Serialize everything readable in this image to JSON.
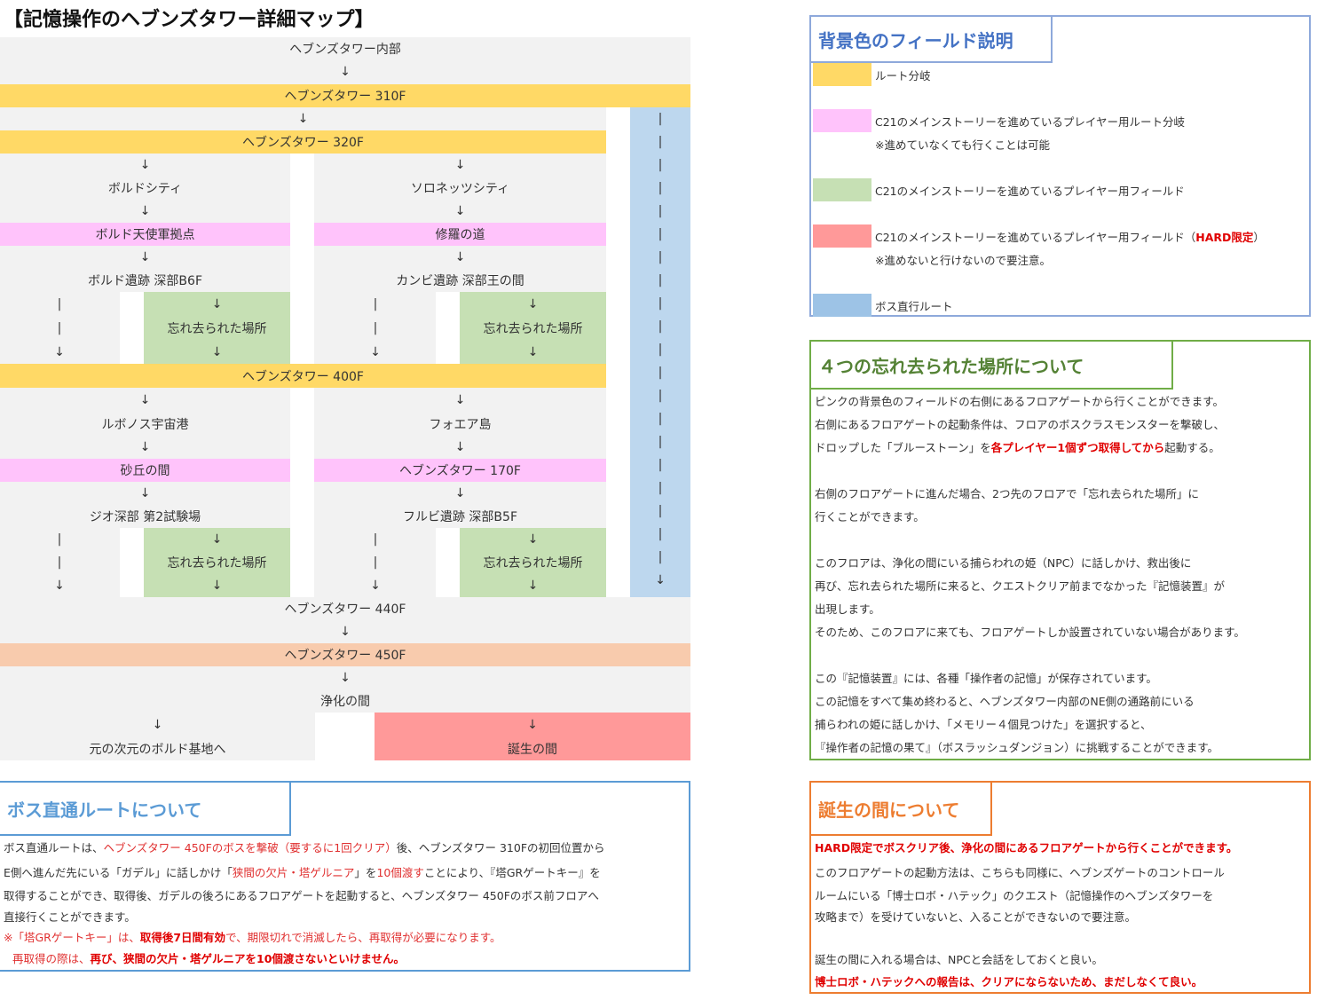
{
  "page_title": "【記憶操作のヘブンズタワー詳細マップ】",
  "map": {
    "arrow": "↓",
    "pipe": "|",
    "tower_inner": "ヘブンズタワー内部",
    "f310": "ヘブンズタワー 310F",
    "f320": "ヘブンズタワー 320F",
    "bordo_city": "ボルドシティ",
    "solonets_city": "ソロネッツシティ",
    "bordo_angel": "ボルド天使軍拠点",
    "shura_road": "修羅の道",
    "bordo_ruins": "ボルド遺跡 深部B6F",
    "kanbi_ruins": "カンビ遺跡 深部王の間",
    "forgotten": "忘れ去られた場所",
    "f400": "ヘブンズタワー 400F",
    "rubonos": "ルボノス宇宙港",
    "foea": "フォエア島",
    "sand_room": "砂丘の間",
    "f170": "ヘブンズタワー 170F",
    "jio": "ジオ深部 第2試験場",
    "furubi": "フルビ遺跡 深部B5F",
    "f440": "ヘブンズタワー 440F",
    "f450": "ヘブンズタワー 450F",
    "purify": "浄化の間",
    "back_bordo": "元の次元のボルド基地へ",
    "birth": "誕生の間"
  },
  "legend": {
    "title": "背景色のフィールド説明",
    "items": [
      {
        "color": "#ffd966",
        "lines": [
          "ルート分岐"
        ]
      },
      {
        "color": "#ffc3fb",
        "lines": [
          "C21のメインストーリーを進めているプレイヤー用ルート分岐",
          "※進めていなくても行くことは可能"
        ]
      },
      {
        "color": "#c6e0b4",
        "lines": [
          "C21のメインストーリーを進めているプレイヤー用フィールド"
        ]
      },
      {
        "color": "#ff9999",
        "lines": [
          "C21のメインストーリーを進めているプレイヤー用フィールド（",
          "HARD限定",
          "）",
          "※進めないと行けないので要注意。"
        ]
      },
      {
        "color": "#9dc3e6",
        "lines": [
          "ボス直行ルート"
        ]
      }
    ]
  },
  "forgotten_box": {
    "title": "４つの忘れ去られた場所について",
    "l1": "ピンクの背景色のフィールドの右側にあるフロアゲートから行くことができます。",
    "l2": "右側にあるフロアゲートの起動条件は、フロアのボスクラスモンスターを撃破し、",
    "l3a": "ドロップした「ブルーストーン」を",
    "l3b": "各プレイヤー1個ずつ取得してから",
    "l3c": "起動する。",
    "l4": "右側のフロアゲートに進んだ場合、2つ先のフロアで「忘れ去られた場所」に",
    "l5": "行くことができます。",
    "l6": "このフロアは、浄化の間にいる捕らわれの姫（NPC）に話しかけ、救出後に",
    "l7": "再び、忘れ去られた場所に来ると、クエストクリア前までなかった『記憶装置』が",
    "l8": "出現します。",
    "l9": "そのため、このフロアに来ても、フロアゲートしか設置されていない場合があります。",
    "l10": "この『記憶装置』には、各種「操作者の記憶」が保存されています。",
    "l11": "この記憶をすべて集め終わると、ヘブンズタワー内部のNE側の通路前にいる",
    "l12": "捕らわれの姫に話しかけ、「メモリー４個見つけた」を選択すると、",
    "l13": "『操作者の記憶の果て』（ボスラッシュダンジョン）に挑戦することができます。"
  },
  "boss_box": {
    "title": "ボス直通ルートについて",
    "l1a": "ボス直通ルートは、",
    "l1b": "ヘブンズタワー 450Fのボスを撃破（要するに1回クリア）",
    "l1c": "後、ヘブンズタワー 310Fの初回位置から",
    "l2a": "E側へ進んだ先にいる「ガデル」に話しかけ「",
    "l2b": "狭間の欠片・塔ゲルニア",
    "l2c": "」を",
    "l2d": "10個渡す",
    "l2e": "ことにより、『塔GRゲートキー』を",
    "l3": "取得することができ、取得後、ガデルの後ろにあるフロアゲートを起動すると、ヘブンズタワー 450Fのボス前フロアへ",
    "l4": "直接行くことができます。",
    "l5a": "※「塔GRゲートキー」は、",
    "l5b": "取得後7日間有効",
    "l5c": "で、期限切れで消滅したら、再取得が必要になります。",
    "l6a": "再取得の際は、",
    "l6b": "再び、狭間の欠片・塔ゲルニアを10個渡さないといけません。"
  },
  "birth_box": {
    "title": "誕生の間について",
    "l1": "HARD限定でボスクリア後、浄化の間にあるフロアゲートから行くことができます。",
    "l2": "このフロアゲートの起動方法は、こちらも同様に、ヘブンズゲートのコントロール",
    "l3": "ルームにいる「博士ロボ・ハテック」のクエスト（記憶操作のヘブンズタワーを",
    "l4": "攻略まで）を受けていないと、入ることができないので要注意。",
    "l5": "誕生の間に入れる場合は、NPCと会話をしておくと良い。",
    "l6": "博士ロボ・ハテックへの報告は、クリアにならないため、まだしなくて良い。"
  }
}
